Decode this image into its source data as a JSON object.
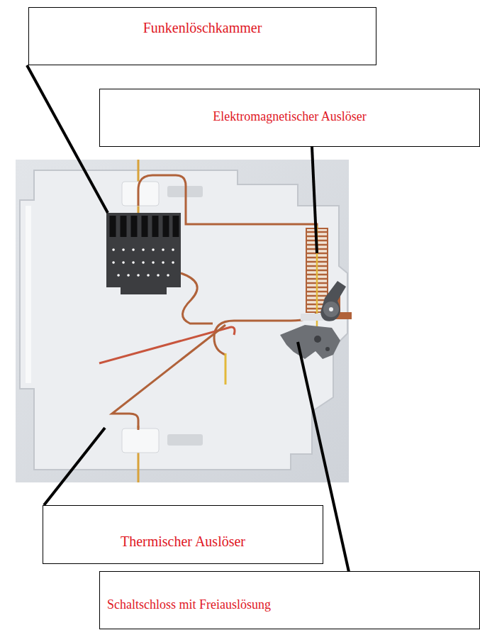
{
  "diagram": {
    "nodes": [
      {
        "text": [
          "Funkenlöschkammer"
        ]
      },
      {
        "text": [
          "Elektromagnetischer Auslöser"
        ]
      },
      {
        "text": [
          "Thermischer Auslöser"
        ]
      },
      {
        "text": [
          "Schaltschloss mit Freiauslösung"
        ]
      }
    ]
  }
}
